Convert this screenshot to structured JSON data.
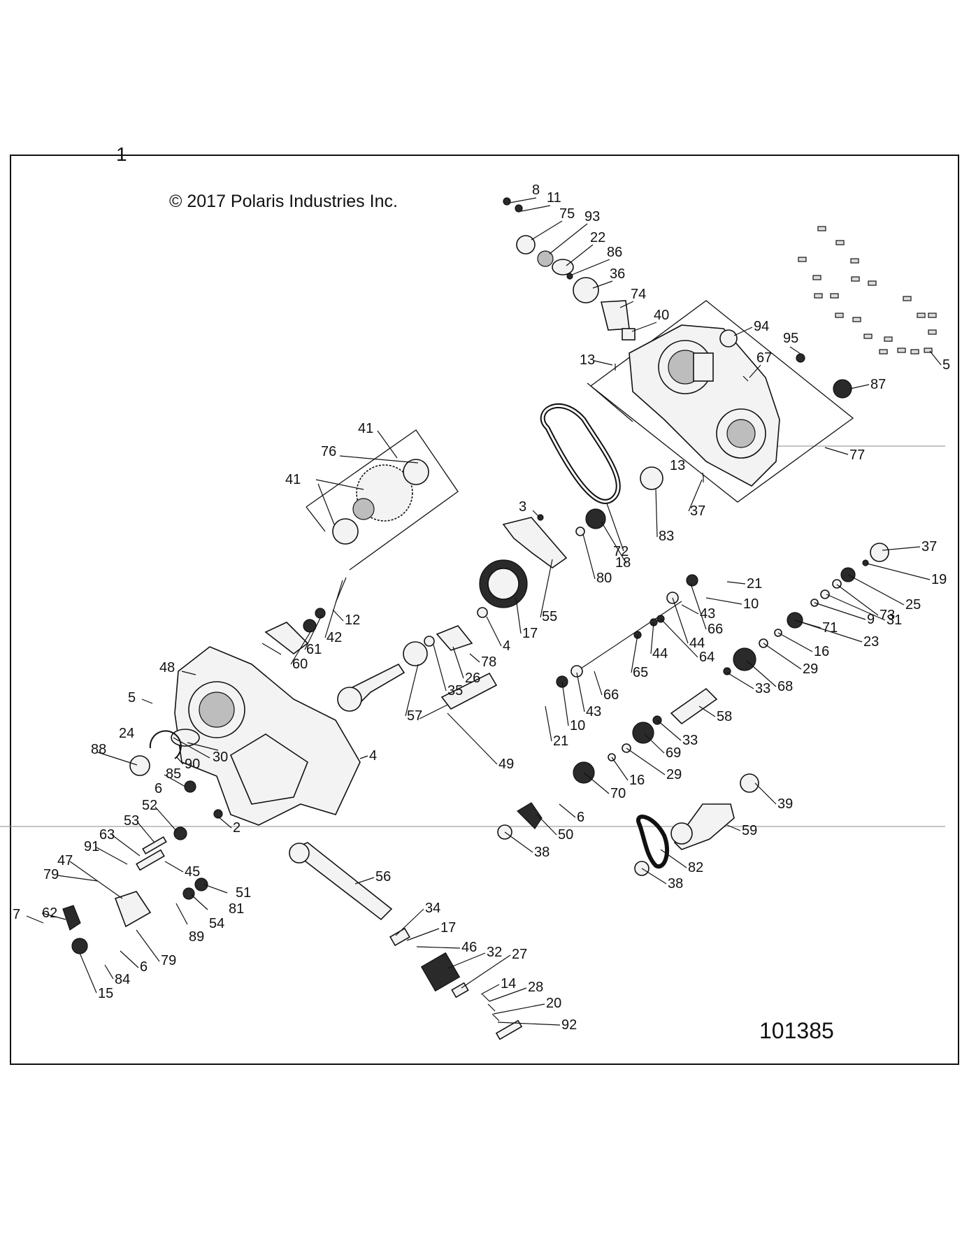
{
  "sheet_number": "1",
  "copyright": "© 2017 Polaris Industries Inc.",
  "figure_number": "101385",
  "callouts": [
    {
      "id": 1,
      "label": "8"
    },
    {
      "id": 2,
      "label": "11"
    },
    {
      "id": 3,
      "label": "75"
    },
    {
      "id": 4,
      "label": "93"
    },
    {
      "id": 5,
      "label": "22"
    },
    {
      "id": 6,
      "label": "86"
    },
    {
      "id": 7,
      "label": "36"
    },
    {
      "id": 8,
      "label": "74"
    },
    {
      "id": 9,
      "label": "40"
    },
    {
      "id": 10,
      "label": "94"
    },
    {
      "id": 11,
      "label": "95"
    },
    {
      "id": 12,
      "label": "5"
    },
    {
      "id": 13,
      "label": "13"
    },
    {
      "id": 14,
      "label": "67"
    },
    {
      "id": 15,
      "label": "87"
    },
    {
      "id": 16,
      "label": "77"
    },
    {
      "id": 17,
      "label": "13"
    },
    {
      "id": 18,
      "label": "37"
    },
    {
      "id": 19,
      "label": "83"
    },
    {
      "id": 20,
      "label": "41"
    },
    {
      "id": 21,
      "label": "76"
    },
    {
      "id": 22,
      "label": "41"
    },
    {
      "id": 23,
      "label": "3"
    },
    {
      "id": 24,
      "label": "72"
    },
    {
      "id": 25,
      "label": "18"
    },
    {
      "id": 26,
      "label": "80"
    },
    {
      "id": 27,
      "label": "55"
    },
    {
      "id": 28,
      "label": "17"
    },
    {
      "id": 29,
      "label": "4"
    },
    {
      "id": 30,
      "label": "78"
    },
    {
      "id": 31,
      "label": "26"
    },
    {
      "id": 32,
      "label": "35"
    },
    {
      "id": 33,
      "label": "57"
    },
    {
      "id": 34,
      "label": "49"
    },
    {
      "id": 35,
      "label": "12"
    },
    {
      "id": 36,
      "label": "42"
    },
    {
      "id": 37,
      "label": "61"
    },
    {
      "id": 38,
      "label": "60"
    },
    {
      "id": 39,
      "label": "48"
    },
    {
      "id": 40,
      "label": "5"
    },
    {
      "id": 41,
      "label": "24"
    },
    {
      "id": 42,
      "label": "30"
    },
    {
      "id": 43,
      "label": "88"
    },
    {
      "id": 44,
      "label": "90"
    },
    {
      "id": 45,
      "label": "85"
    },
    {
      "id": 46,
      "label": "6"
    },
    {
      "id": 47,
      "label": "4"
    },
    {
      "id": 48,
      "label": "2"
    },
    {
      "id": 49,
      "label": "52"
    },
    {
      "id": 50,
      "label": "53"
    },
    {
      "id": 51,
      "label": "63"
    },
    {
      "id": 52,
      "label": "91"
    },
    {
      "id": 53,
      "label": "45"
    },
    {
      "id": 54,
      "label": "47"
    },
    {
      "id": 55,
      "label": "79"
    },
    {
      "id": 56,
      "label": "51"
    },
    {
      "id": 57,
      "label": "81"
    },
    {
      "id": 58,
      "label": "54"
    },
    {
      "id": 59,
      "label": "89"
    },
    {
      "id": 60,
      "label": "62"
    },
    {
      "id": 61,
      "label": "7"
    },
    {
      "id": 62,
      "label": "79"
    },
    {
      "id": 63,
      "label": "6"
    },
    {
      "id": 64,
      "label": "84"
    },
    {
      "id": 65,
      "label": "15"
    },
    {
      "id": 66,
      "label": "56"
    },
    {
      "id": 67,
      "label": "34"
    },
    {
      "id": 68,
      "label": "17"
    },
    {
      "id": 69,
      "label": "46"
    },
    {
      "id": 70,
      "label": "32"
    },
    {
      "id": 71,
      "label": "27"
    },
    {
      "id": 72,
      "label": "14"
    },
    {
      "id": 73,
      "label": "28"
    },
    {
      "id": 74,
      "label": "20"
    },
    {
      "id": 75,
      "label": "92"
    },
    {
      "id": 76,
      "label": "21"
    },
    {
      "id": 77,
      "label": "10"
    },
    {
      "id": 78,
      "label": "43"
    },
    {
      "id": 79,
      "label": "66"
    },
    {
      "id": 80,
      "label": "44"
    },
    {
      "id": 81,
      "label": "64"
    },
    {
      "id": 82,
      "label": "44"
    },
    {
      "id": 83,
      "label": "65"
    },
    {
      "id": 84,
      "label": "66"
    },
    {
      "id": 85,
      "label": "43"
    },
    {
      "id": 86,
      "label": "10"
    },
    {
      "id": 87,
      "label": "21"
    },
    {
      "id": 88,
      "label": "37"
    },
    {
      "id": 89,
      "label": "19"
    },
    {
      "id": 90,
      "label": "73"
    },
    {
      "id": 91,
      "label": "25"
    },
    {
      "id": 92,
      "label": "31"
    },
    {
      "id": 93,
      "label": "9"
    },
    {
      "id": 94,
      "label": "23"
    },
    {
      "id": 95,
      "label": "71"
    },
    {
      "id": 96,
      "label": "16"
    },
    {
      "id": 97,
      "label": "29"
    },
    {
      "id": 98,
      "label": "68"
    },
    {
      "id": 99,
      "label": "33"
    },
    {
      "id": 100,
      "label": "58"
    },
    {
      "id": 101,
      "label": "33"
    },
    {
      "id": 102,
      "label": "69"
    },
    {
      "id": 103,
      "label": "29"
    },
    {
      "id": 104,
      "label": "16"
    },
    {
      "id": 105,
      "label": "70"
    },
    {
      "id": 106,
      "label": "6"
    },
    {
      "id": 107,
      "label": "50"
    },
    {
      "id": 108,
      "label": "38"
    },
    {
      "id": 109,
      "label": "39"
    },
    {
      "id": 110,
      "label": "59"
    },
    {
      "id": 111,
      "label": "82"
    },
    {
      "id": 112,
      "label": "38"
    }
  ]
}
